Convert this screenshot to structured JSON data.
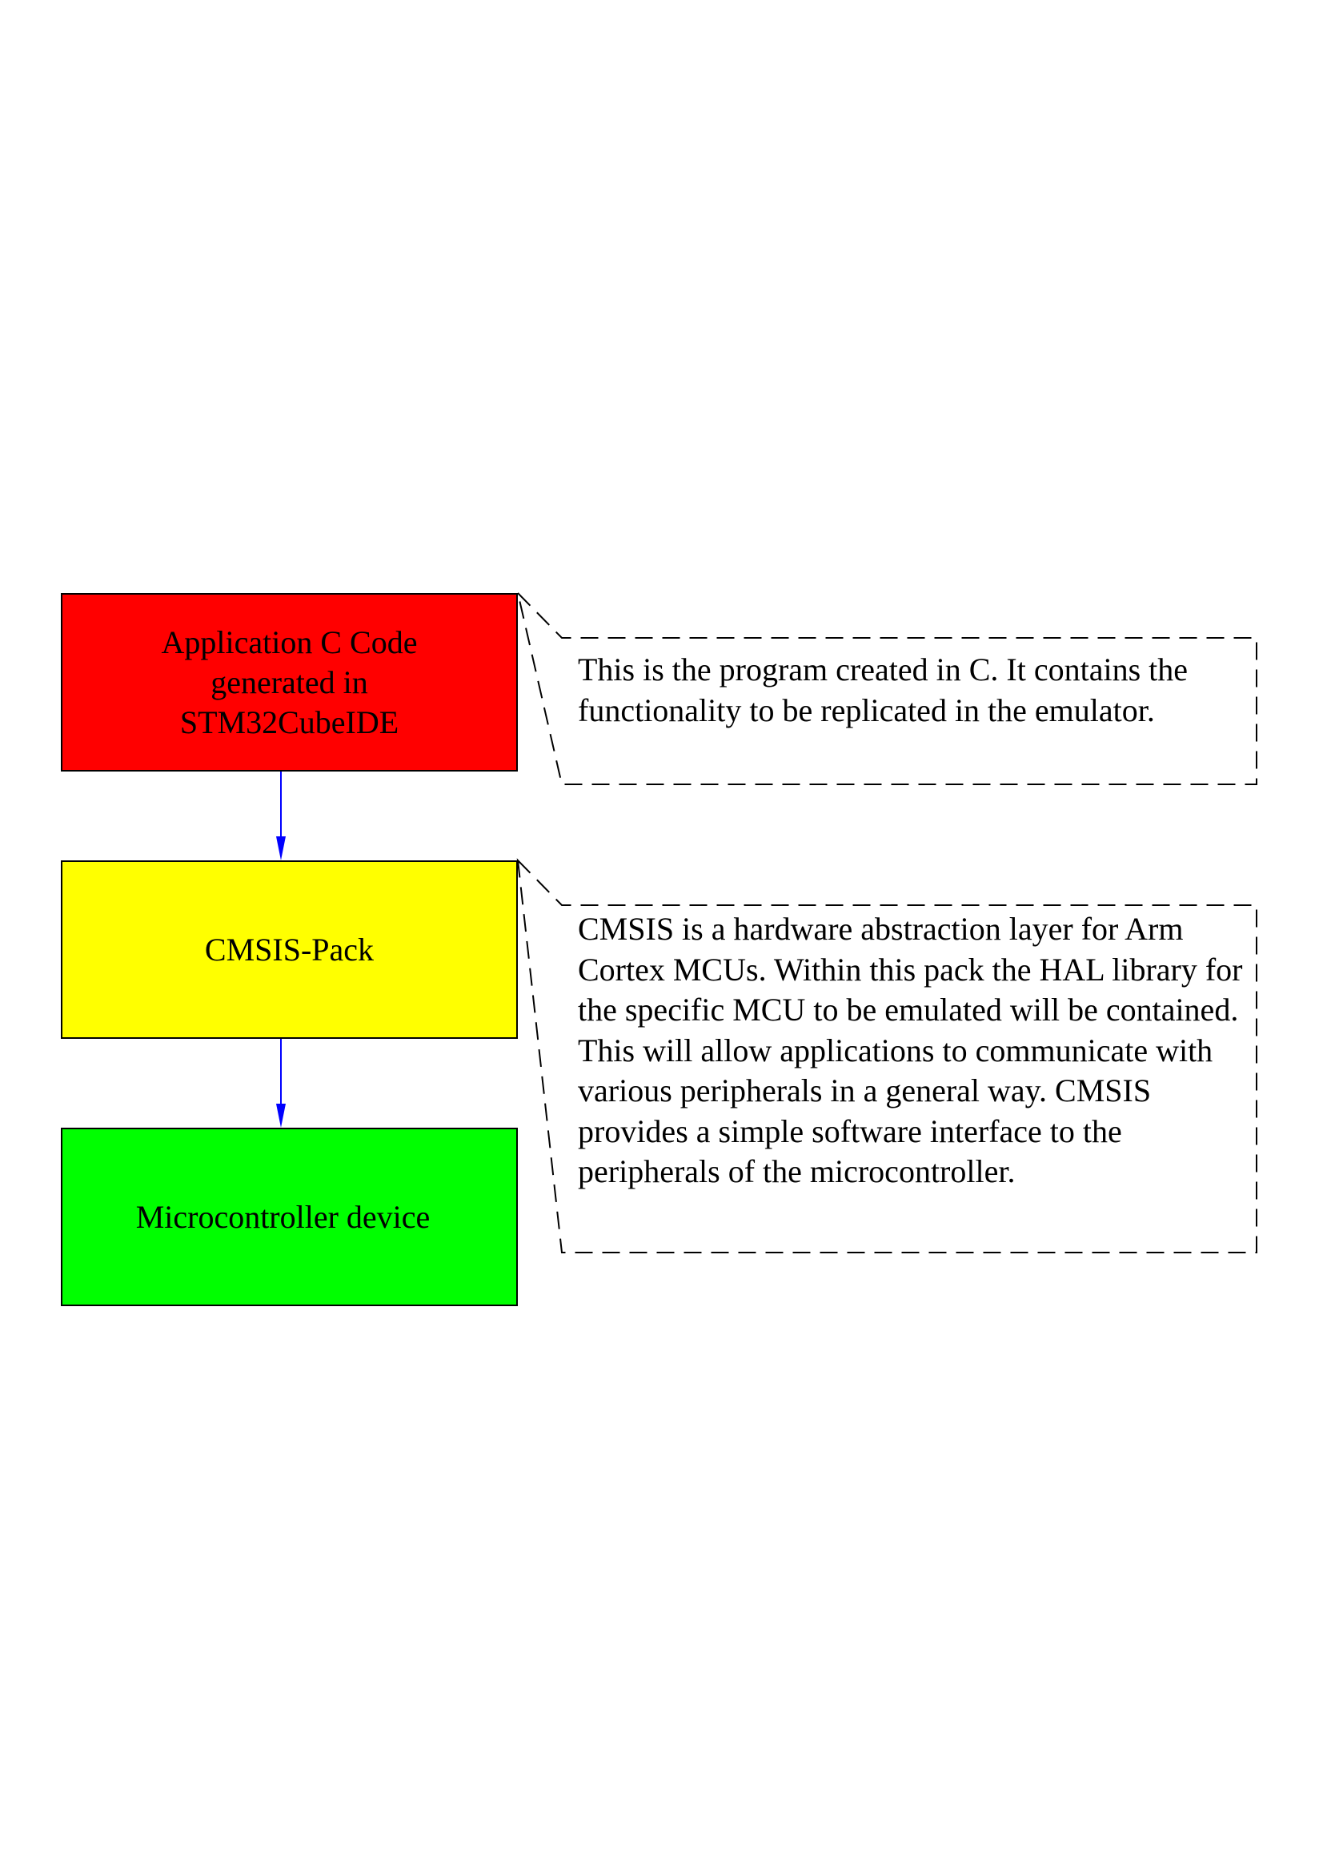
{
  "colors": {
    "app_block": "#ff0000",
    "cmsis_block": "#ffff00",
    "mcu_block": "#00ff00",
    "arrow": "#0000ff",
    "note_border": "#000000"
  },
  "blocks": {
    "app": "Application C Code generated in STM32CubeIDE",
    "cmsis": "CMSIS-Pack",
    "mcu": "Microcontroller device"
  },
  "notes": {
    "app": "This is the program created in C. It contains the functionality to be replicated in the emulator.",
    "cmsis": "CMSIS is a hardware abstraction layer for Arm Cortex MCUs. Within this pack the HAL library for the specific MCU to be emulated will be contained. This will allow applications to communicate with various peripherals in a general way. CMSIS provides a simple software interface to the peripherals of the microcontroller."
  }
}
